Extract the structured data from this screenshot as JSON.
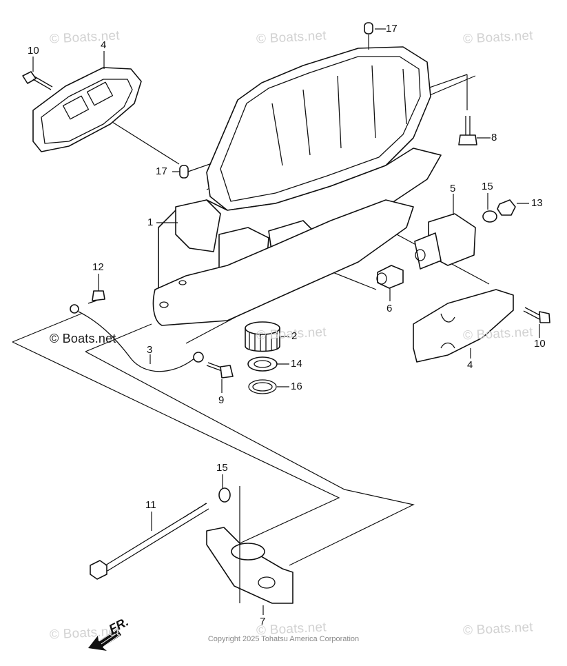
{
  "watermarks": [
    {
      "text": "© Boats.net"
    },
    {
      "text": "© Boats.net"
    },
    {
      "text": "© Boats.net"
    },
    {
      "text": "© Boats.net"
    },
    {
      "text": "© Boats.net"
    },
    {
      "text": "© Boats.net"
    },
    {
      "text": "© Boats.net"
    },
    {
      "text": "© Boats.net"
    },
    {
      "text": "© Boats.net"
    }
  ],
  "copyright": "Copyright 2025 Tohatsu America Corporation",
  "direction_label": "FR.",
  "callouts": [
    {
      "label": "10"
    },
    {
      "label": "4"
    },
    {
      "label": "17"
    },
    {
      "label": "8"
    },
    {
      "label": "17"
    },
    {
      "label": "5"
    },
    {
      "label": "15"
    },
    {
      "label": "13"
    },
    {
      "label": "1"
    },
    {
      "label": "12"
    },
    {
      "label": "6"
    },
    {
      "label": "10"
    },
    {
      "label": "2"
    },
    {
      "label": "3"
    },
    {
      "label": "14"
    },
    {
      "label": "16"
    },
    {
      "label": "9"
    },
    {
      "label": "4"
    },
    {
      "label": "15"
    },
    {
      "label": "11"
    },
    {
      "label": "7"
    }
  ]
}
